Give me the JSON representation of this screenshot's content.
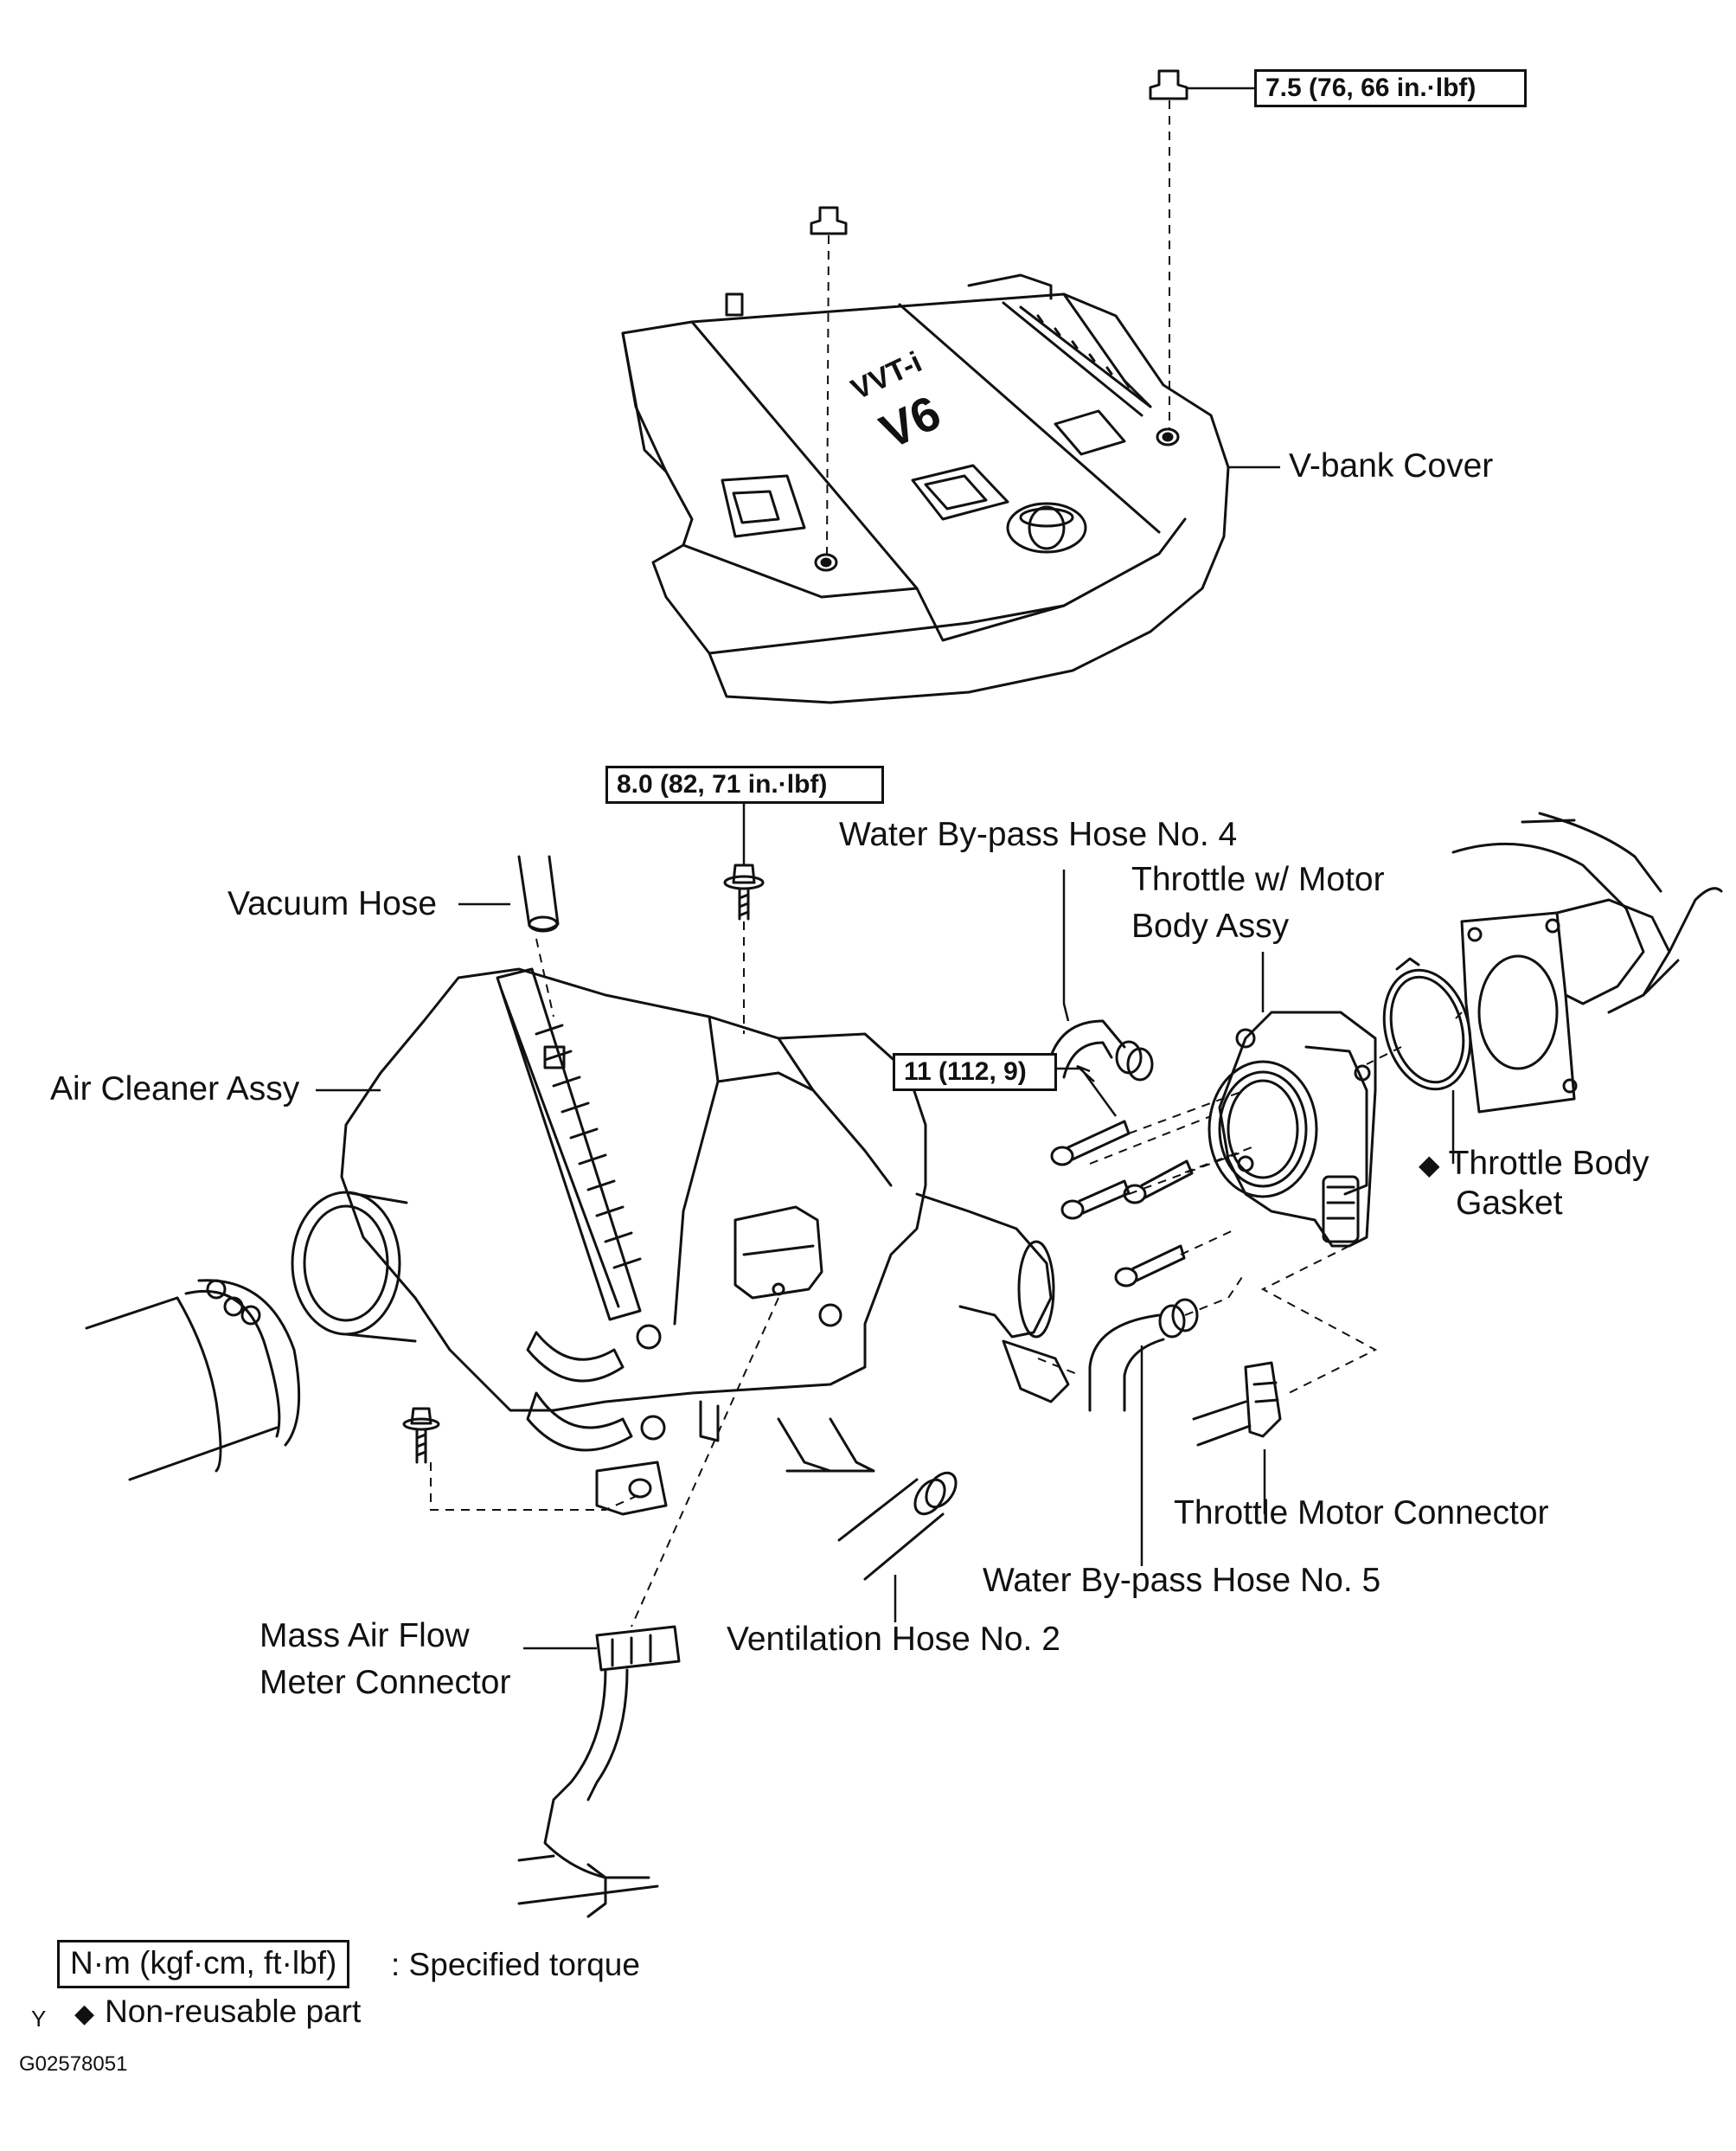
{
  "labels": {
    "v_bank_cover": "V-bank Cover",
    "vacuum_hose": "Vacuum Hose",
    "air_cleaner_assy": "Air Cleaner Assy",
    "water_bypass_hose_4": "Water By-pass Hose No. 4",
    "throttle_body_line1": "Throttle w/ Motor",
    "throttle_body_line2": "Body Assy",
    "throttle_gasket_line1": "Throttle Body",
    "throttle_gasket_line2": "Gasket",
    "throttle_motor_connector": "Throttle Motor Connector",
    "water_bypass_hose_5": "Water By-pass Hose No. 5",
    "ventilation_hose_2": "Ventilation Hose No. 2",
    "maf_connector_line1": "Mass Air Flow",
    "maf_connector_line2": "Meter Connector"
  },
  "torque": {
    "v_bank_nut": "7.5 (76, 66 in.·lbf)",
    "air_cleaner_bolt": "8.0 (82, 71 in.·lbf)",
    "throttle_bolts": "11 (112, 9)"
  },
  "legend": {
    "torque_box": "N·m (kgf·cm, ft·lbf)",
    "torque_text": ": Specified torque",
    "non_reusable_symbol": "◆",
    "non_reusable_text": "Non-reusable part"
  },
  "marks": {
    "gasket_symbol": "◆",
    "cover_emblem_text_1": "VVT-i",
    "cover_emblem_text_2": "V6",
    "corner_letter": "Y"
  },
  "figure_code": "G02578051"
}
